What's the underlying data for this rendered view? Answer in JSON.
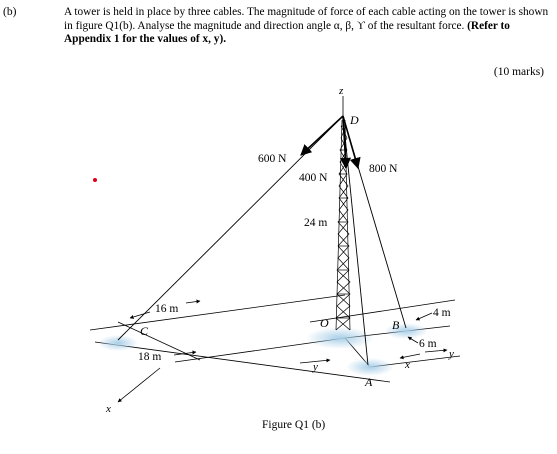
{
  "question": {
    "label": "(b)",
    "text_part1": "A tower is held in place by three cables. The magnitude of force of each cable acting on the tower is shown in figure Q1(b). Analyse the magnitude and direction angle α, β, ϒ of the resultant force. ",
    "text_bold": "(Refer to Appendix 1 for the values of x, y).",
    "marks": "(10 marks)"
  },
  "figure": {
    "caption": "Figure Q1 (b)",
    "labels": {
      "z_axis": "z",
      "top_point": "D",
      "origin": "O",
      "point_a": "A",
      "point_b": "B",
      "point_c": "C",
      "x_axis_left": "x",
      "x_axis_right": "x",
      "y_axis_mid": "y",
      "y_axis_right": "y",
      "force_600": "600 N",
      "force_400": "400 N",
      "force_800": "800 N",
      "height": "24 m",
      "dim_16": "16 m",
      "dim_18": "18 m",
      "dim_4": "4 m",
      "dim_6": "6 m"
    },
    "colors": {
      "ground_shadow": "#a9cfe8",
      "bullet": "#e0001b"
    }
  }
}
